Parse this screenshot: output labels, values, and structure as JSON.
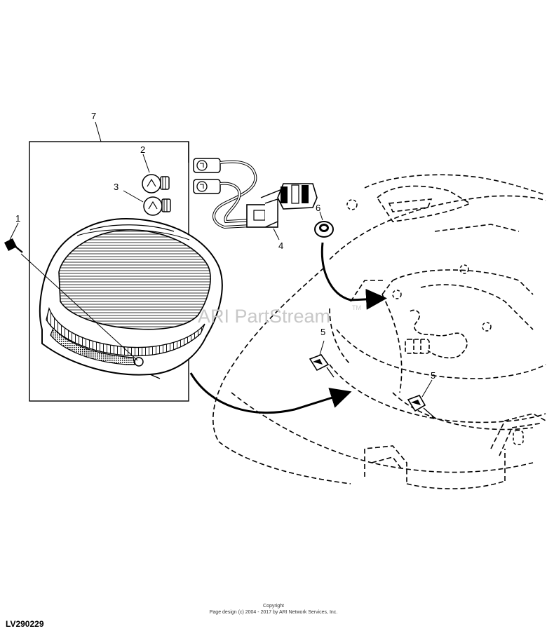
{
  "callouts": {
    "c1": "1",
    "c2": "2",
    "c3": "3",
    "c4": "4",
    "c5a": "5",
    "c5b": "5",
    "c6": "6",
    "c7": "7"
  },
  "watermark": {
    "text": "ARI PartStream",
    "mark": "TM"
  },
  "footer": {
    "copyright_heading": "Copyright",
    "copyright_line": "Page design (c) 2004 - 2017 by ARI Network Services, Inc.",
    "figure_id": "LV290229"
  }
}
